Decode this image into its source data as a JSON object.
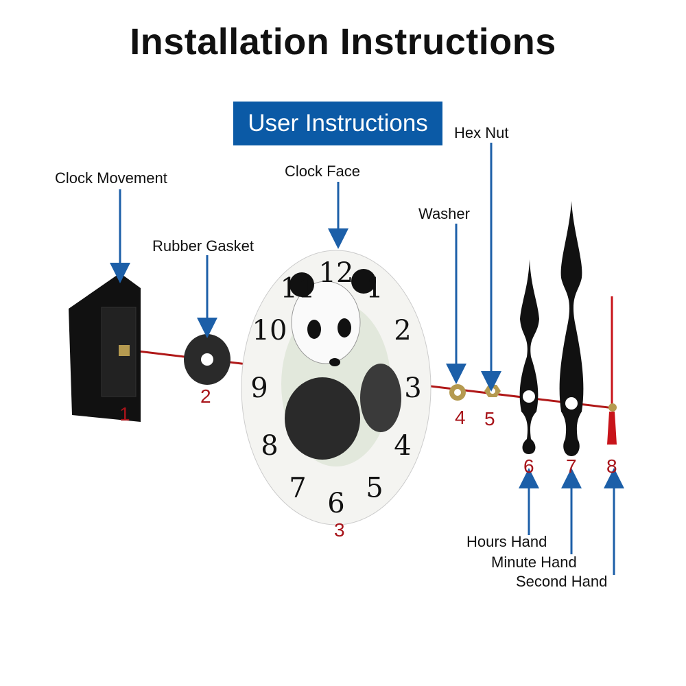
{
  "title": "Installation Instructions",
  "banner": "User Instructions",
  "labels": {
    "clock_movement": "Clock Movement",
    "rubber_gasket": "Rubber Gasket",
    "clock_face": "Clock Face",
    "washer": "Washer",
    "hex_nut": "Hex Nut",
    "hours_hand": "Hours Hand",
    "minute_hand": "Minute Hand",
    "second_hand": "Second Hand"
  },
  "numbers": [
    "1",
    "2",
    "3",
    "4",
    "5",
    "6",
    "7",
    "8"
  ],
  "dial": [
    "12",
    "1",
    "2",
    "3",
    "4",
    "5",
    "6",
    "7",
    "8",
    "9",
    "10",
    "11"
  ],
  "colors": {
    "banner": "#0b5aa6",
    "arrow": "#1c5fa8",
    "number": "#a8141a",
    "axis": "#b01818"
  }
}
